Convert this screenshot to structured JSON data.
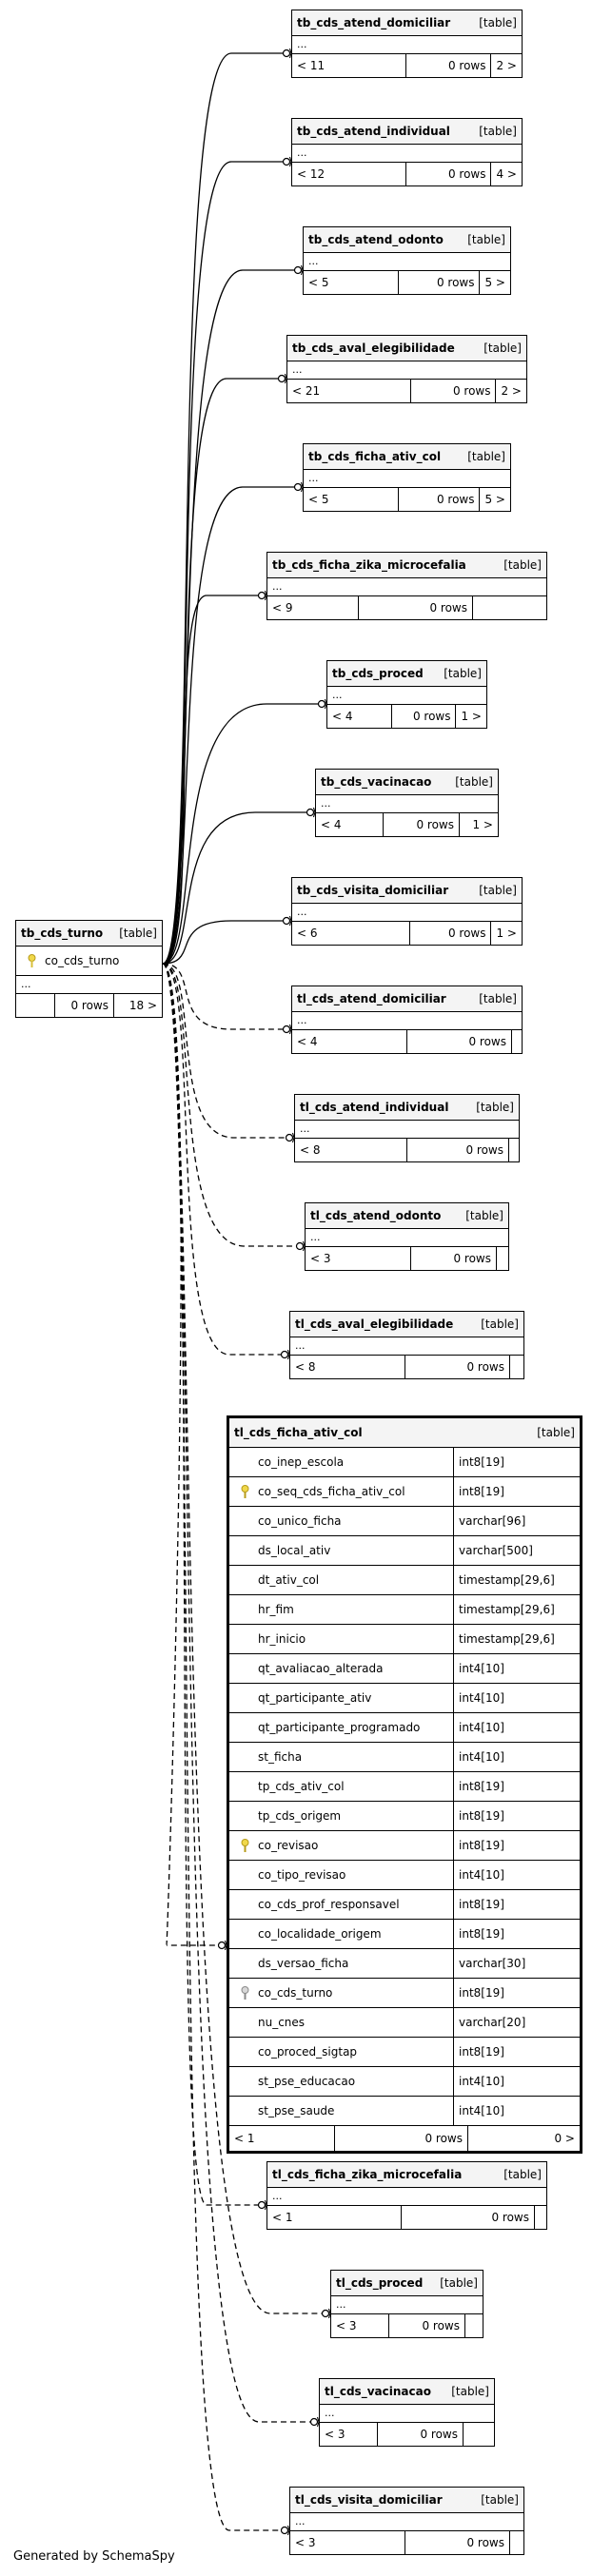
{
  "footer": "Generated by SchemaSpy",
  "source": {
    "name": "tb_cds_turno",
    "type": "[table]",
    "columns": [
      {
        "name": "co_cds_turno",
        "key": "primary"
      }
    ],
    "ellipsis": "...",
    "left": "",
    "rows": "0 rows",
    "children": "18 >"
  },
  "tables": [
    {
      "name": "tb_cds_atend_domiciliar",
      "type": "[table]",
      "ellipsis": "...",
      "left": "< 11",
      "rows": "0 rows",
      "right": "2 >",
      "rel": "solid"
    },
    {
      "name": "tb_cds_atend_individual",
      "type": "[table]",
      "ellipsis": "...",
      "left": "< 12",
      "rows": "0 rows",
      "right": "4 >",
      "rel": "solid"
    },
    {
      "name": "tb_cds_atend_odonto",
      "type": "[table]",
      "ellipsis": "...",
      "left": "< 5",
      "rows": "0 rows",
      "right": "5 >",
      "rel": "solid"
    },
    {
      "name": "tb_cds_aval_elegibilidade",
      "type": "[table]",
      "ellipsis": "...",
      "left": "< 21",
      "rows": "0 rows",
      "right": "2 >",
      "rel": "solid"
    },
    {
      "name": "tb_cds_ficha_ativ_col",
      "type": "[table]",
      "ellipsis": "...",
      "left": "< 5",
      "rows": "0 rows",
      "right": "5 >",
      "rel": "solid"
    },
    {
      "name": "tb_cds_ficha_zika_microcefalia",
      "type": "[table]",
      "ellipsis": "...",
      "left": "< 9",
      "rows": "0 rows",
      "right": "",
      "rel": "solid"
    },
    {
      "name": "tb_cds_proced",
      "type": "[table]",
      "ellipsis": "...",
      "left": "< 4",
      "rows": "0 rows",
      "right": "1 >",
      "rel": "solid"
    },
    {
      "name": "tb_cds_vacinacao",
      "type": "[table]",
      "ellipsis": "...",
      "left": "< 4",
      "rows": "0 rows",
      "right": "1 >",
      "rel": "solid"
    },
    {
      "name": "tb_cds_visita_domiciliar",
      "type": "[table]",
      "ellipsis": "...",
      "left": "< 6",
      "rows": "0 rows",
      "right": "1 >",
      "rel": "solid"
    },
    {
      "name": "tl_cds_atend_domiciliar",
      "type": "[table]",
      "ellipsis": "...",
      "left": "< 4",
      "rows": "0 rows",
      "right": "",
      "rel": "dashed"
    },
    {
      "name": "tl_cds_atend_individual",
      "type": "[table]",
      "ellipsis": "...",
      "left": "< 8",
      "rows": "0 rows",
      "right": "",
      "rel": "dashed"
    },
    {
      "name": "tl_cds_atend_odonto",
      "type": "[table]",
      "ellipsis": "...",
      "left": "< 3",
      "rows": "0 rows",
      "right": "",
      "rel": "dashed"
    },
    {
      "name": "tl_cds_aval_elegibilidade",
      "type": "[table]",
      "ellipsis": "...",
      "left": "< 8",
      "rows": "0 rows",
      "right": "",
      "rel": "dashed"
    },
    {
      "name": "tl_cds_ficha_zika_microcefalia",
      "type": "[table]",
      "ellipsis": "...",
      "left": "< 1",
      "rows": "0 rows",
      "right": "",
      "rel": "dashed"
    },
    {
      "name": "tl_cds_proced",
      "type": "[table]",
      "ellipsis": "...",
      "left": "< 3",
      "rows": "0 rows",
      "right": "",
      "rel": "dashed"
    },
    {
      "name": "tl_cds_vacinacao",
      "type": "[table]",
      "ellipsis": "...",
      "left": "< 3",
      "rows": "0 rows",
      "right": "",
      "rel": "dashed"
    },
    {
      "name": "tl_cds_visita_domiciliar",
      "type": "[table]",
      "ellipsis": "...",
      "left": "< 3",
      "rows": "0 rows",
      "right": "",
      "rel": "dashed"
    }
  ],
  "focus": {
    "name": "tl_cds_ficha_ativ_col",
    "type": "[table]",
    "columns": [
      {
        "name": "co_inep_escola",
        "type": "int8[19]",
        "key": ""
      },
      {
        "name": "co_seq_cds_ficha_ativ_col",
        "type": "int8[19]",
        "key": "primary"
      },
      {
        "name": "co_unico_ficha",
        "type": "varchar[96]",
        "key": ""
      },
      {
        "name": "ds_local_ativ",
        "type": "varchar[500]",
        "key": ""
      },
      {
        "name": "dt_ativ_col",
        "type": "timestamp[29,6]",
        "key": ""
      },
      {
        "name": "hr_fim",
        "type": "timestamp[29,6]",
        "key": ""
      },
      {
        "name": "hr_inicio",
        "type": "timestamp[29,6]",
        "key": ""
      },
      {
        "name": "qt_avaliacao_alterada",
        "type": "int4[10]",
        "key": ""
      },
      {
        "name": "qt_participante_ativ",
        "type": "int4[10]",
        "key": ""
      },
      {
        "name": "qt_participante_programado",
        "type": "int4[10]",
        "key": ""
      },
      {
        "name": "st_ficha",
        "type": "int4[10]",
        "key": ""
      },
      {
        "name": "tp_cds_ativ_col",
        "type": "int8[19]",
        "key": ""
      },
      {
        "name": "tp_cds_origem",
        "type": "int8[19]",
        "key": ""
      },
      {
        "name": "co_revisao",
        "type": "int8[19]",
        "key": "primary"
      },
      {
        "name": "co_tipo_revisao",
        "type": "int4[10]",
        "key": ""
      },
      {
        "name": "co_cds_prof_responsavel",
        "type": "int8[19]",
        "key": ""
      },
      {
        "name": "co_localidade_origem",
        "type": "int8[19]",
        "key": ""
      },
      {
        "name": "ds_versao_ficha",
        "type": "varchar[30]",
        "key": ""
      },
      {
        "name": "co_cds_turno",
        "type": "int8[19]",
        "key": "foreign"
      },
      {
        "name": "nu_cnes",
        "type": "varchar[20]",
        "key": ""
      },
      {
        "name": "co_proced_sigtap",
        "type": "int8[19]",
        "key": ""
      },
      {
        "name": "st_pse_educacao",
        "type": "int4[10]",
        "key": ""
      },
      {
        "name": "st_pse_saude",
        "type": "int4[10]",
        "key": ""
      }
    ],
    "left": "< 1",
    "rows": "0 rows",
    "right": "0 >",
    "rel": "dashed"
  }
}
